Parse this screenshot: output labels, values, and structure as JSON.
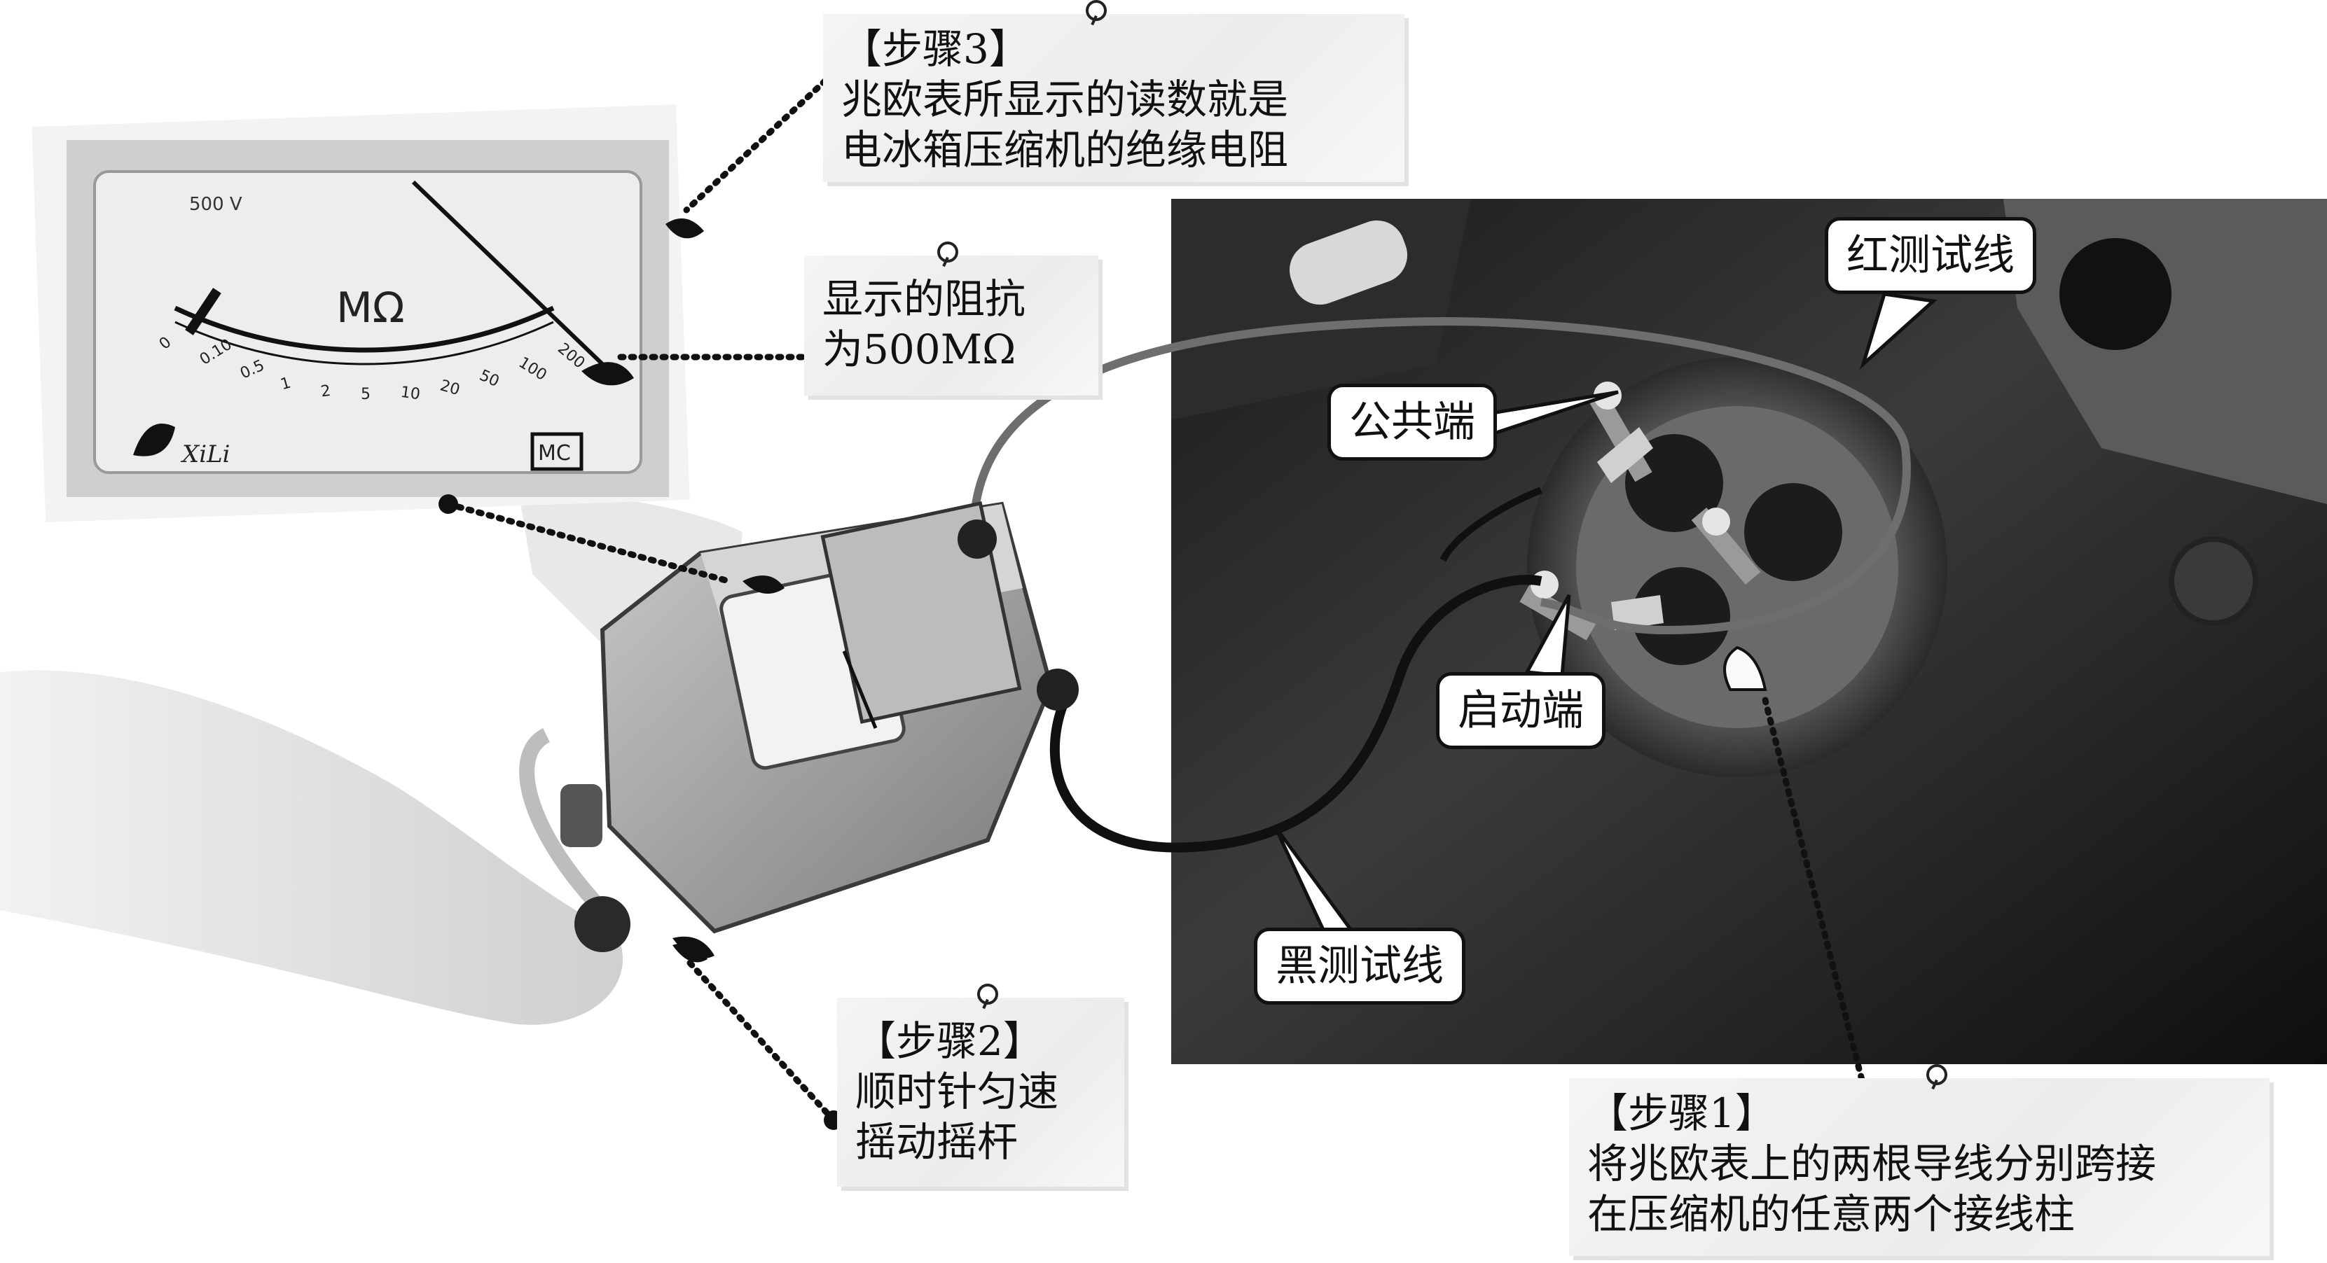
{
  "callouts": {
    "step3": {
      "step": "【步骤3】",
      "lines": [
        "兆欧表所显示的读数就是",
        "电冰箱压缩机的绝缘电阻"
      ]
    },
    "reading": {
      "lines": [
        "显示的阻抗",
        "为500MΩ"
      ]
    },
    "step2": {
      "step": "【步骤2】",
      "lines": [
        "顺时针匀速",
        "摇动摇杆"
      ]
    },
    "step1": {
      "step": "【步骤1】",
      "lines": [
        "将兆欧表上的两根导线分别跨接",
        "在压缩机的任意两个接线柱"
      ]
    }
  },
  "labels": {
    "red_lead": "红测试线",
    "black_lead": "黑测试线",
    "common_terminal": "公共端",
    "start_terminal": "启动端"
  },
  "meter_face": {
    "unit": "MΩ",
    "voltage": "500 V",
    "brand": "XiLi",
    "mark": "MC",
    "scale_ticks": [
      "0",
      "0.10",
      "0.5",
      "1",
      "2",
      "5",
      "10",
      "20",
      "50",
      "100",
      "200"
    ]
  }
}
